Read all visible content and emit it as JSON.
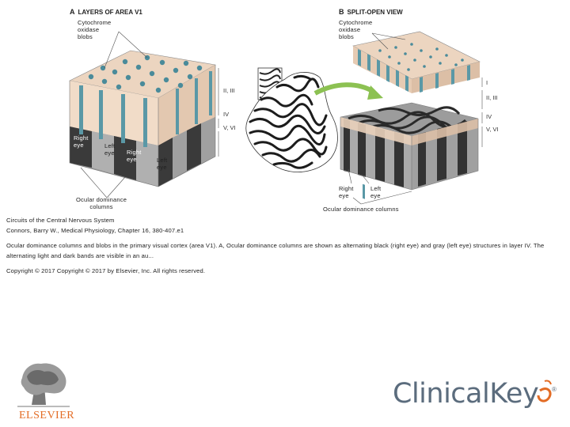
{
  "panel_a": {
    "letter": "A",
    "title": "LAYERS OF AREA V1",
    "blob_label": [
      "Cytochrome",
      "oxidase",
      "blobs"
    ],
    "layers": [
      "II, III",
      "IV",
      "V, VI"
    ],
    "eye_labels": [
      {
        "text": [
          "Right",
          "eye"
        ]
      },
      {
        "text": [
          "Left",
          "eye"
        ]
      },
      {
        "text": [
          "Right",
          "eye"
        ]
      },
      {
        "text": [
          "Left",
          "eye"
        ]
      }
    ],
    "columns_label": [
      "Ocular dominance",
      "columns"
    ]
  },
  "panel_b": {
    "letter": "B",
    "title": "SPLIT-OPEN VIEW",
    "blob_label": [
      "Cytochrome",
      "oxidase",
      "blobs"
    ],
    "layers": [
      "I",
      "II, III",
      "IV",
      "V, VI"
    ],
    "eye_labels": [
      [
        "Right",
        "eye"
      ],
      [
        "Left",
        "eye"
      ]
    ],
    "columns_label": "Ocular dominance columns"
  },
  "caption": {
    "line1": "Circuits of the Central Nervous System",
    "line2": "Connors, Barry W., Medical Physiology, Chapter 16, 380-407.e1",
    "description": "Ocular dominance columns and blobs in the primary visual cortex (area V1). A, Ocular dominance columns are shown as alternating black (right eye) and gray (left eye) structures in layer IV. The alternating light and dark bands are visible in an au...",
    "copyright": "Copyright © 2017  Copyright © 2017 by Elsevier, Inc. All rights reserved."
  },
  "logos": {
    "publisher": "ELSEVIER",
    "product": "ClinicalKey",
    "registered": "®"
  },
  "colors": {
    "tissue": "#ecd5c0",
    "blob": "#4a8b9a",
    "dark_column": "#3a3a3a",
    "light_column": "#a9a9a9",
    "arrow": "#8cc152",
    "clinicalkey_text": "#5b6c7d",
    "clinicalkey_accent": "#e36c25"
  }
}
